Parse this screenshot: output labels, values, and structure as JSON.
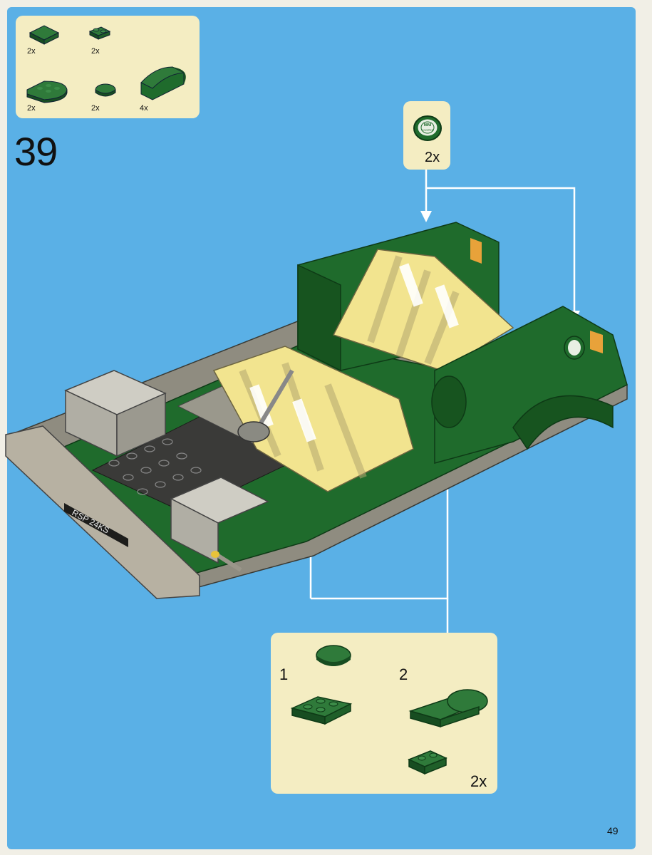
{
  "step": {
    "number": "39"
  },
  "parts_list": {
    "items": [
      {
        "qty": "2x",
        "icon": "dark-green-plate-2x2-icon"
      },
      {
        "qty": "2x",
        "icon": "dark-green-plate-1x2-icon"
      },
      {
        "qty": "2x",
        "icon": "dark-green-round-plate-icon"
      },
      {
        "qty": "2x",
        "icon": "dark-green-round-tile-icon"
      },
      {
        "qty": "4x",
        "icon": "dark-green-curved-slope-icon"
      }
    ]
  },
  "badge_callout": {
    "qty": "2x",
    "icon": "round-emblem-tile-icon",
    "logo_text": "MINI COOPER"
  },
  "sub_assembly": {
    "steps": [
      {
        "number": "1"
      },
      {
        "number": "2"
      }
    ],
    "qty": "2x"
  },
  "model": {
    "plate_text": "RSP 24KS",
    "colors": {
      "green": "#1f6b2c",
      "yellow": "#f2e48f",
      "grey": "#a9a79c",
      "dark": "#2a2a2a"
    }
  },
  "page_number": "49",
  "colors": {
    "background": "#5ab0e6",
    "callout": "#f4edc2",
    "arrow": "#ffffff",
    "build_arrow": "#e03a1e"
  }
}
